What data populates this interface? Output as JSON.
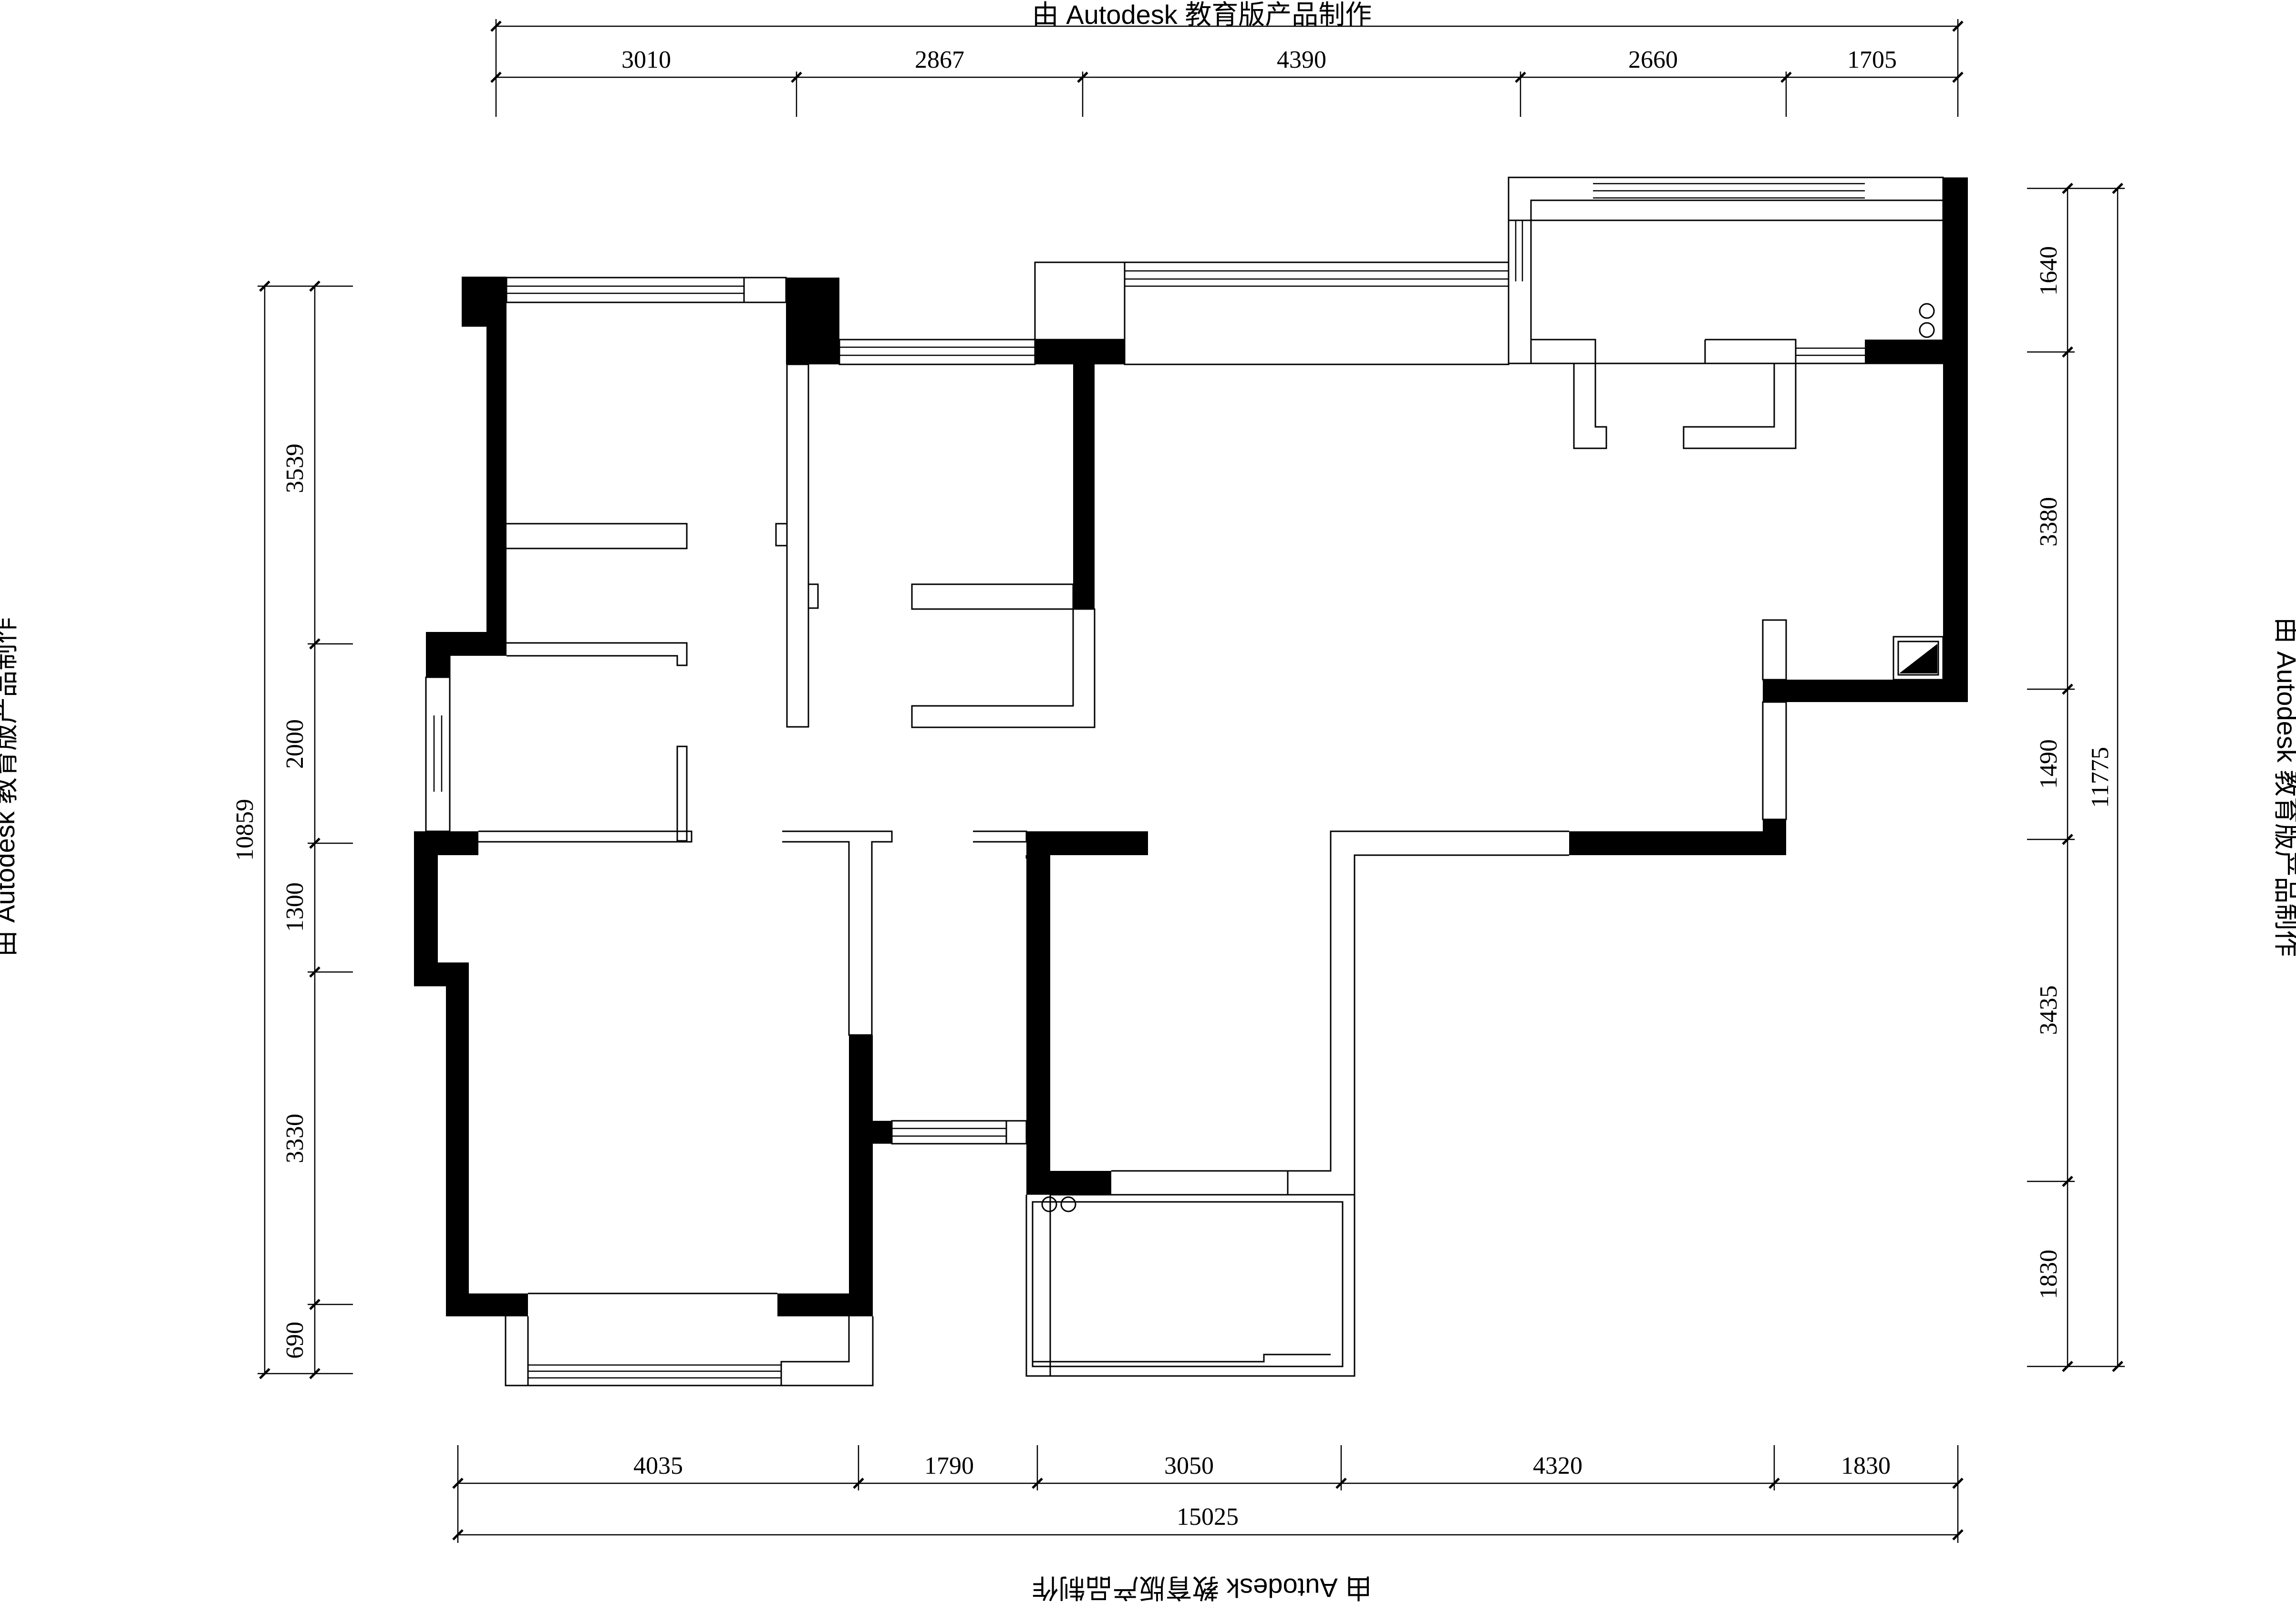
{
  "watermarks": {
    "top": "由 Autodesk 教育版产品制作",
    "left": "由 Autodesk 教育版产品制作",
    "right": "由 Autodesk 教育版产品制作",
    "bottom": "由 Autodesk 教育版产品制作"
  },
  "dimensions": {
    "top": [
      "3010",
      "2867",
      "4390",
      "2660",
      "1705"
    ],
    "bottom": [
      "4035",
      "1790",
      "3050",
      "4320",
      "1830"
    ],
    "bottom_total": "15025",
    "left": [
      "3539",
      "2000",
      "1300",
      "3330",
      "690"
    ],
    "left_total": "10859",
    "right": [
      "1640",
      "3380",
      "1490",
      "3435",
      "1830"
    ],
    "right_total": "11775"
  }
}
